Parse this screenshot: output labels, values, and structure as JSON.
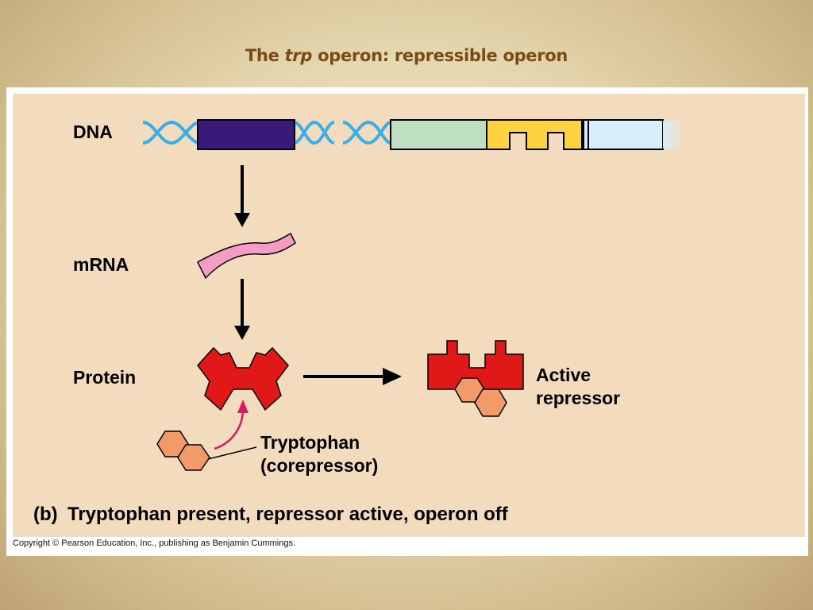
{
  "slide": {
    "title_prefix": "The ",
    "title_italic": "trp",
    "title_suffix": " operon: repressible operon"
  },
  "figure": {
    "labels": {
      "dna": "DNA",
      "mrna": "mRNA",
      "protein": "Protein",
      "active_repressor_line1": "Active",
      "active_repressor_line2": "repressor",
      "tryptophan_line1": "Tryptophan",
      "tryptophan_line2": "(corepressor)"
    },
    "caption_tag": "(b)",
    "caption_text": "Tryptophan present, repressor active, operon off"
  },
  "copyright": "Copyright © Pearson Education, Inc., publishing as Benjamin Cummings.",
  "colors": {
    "repressor_gene": "#3a1a78",
    "operator": "#bfe0c0",
    "gene_yellow": "#ffd23f",
    "gene_light_blue": "#d6effb",
    "dna_helix": "#3aaee6",
    "mrna": "#f59cc4",
    "repressor_protein": "#e01818",
    "tryptophan": "#f29a68",
    "magenta_arrow": "#d81b60"
  }
}
